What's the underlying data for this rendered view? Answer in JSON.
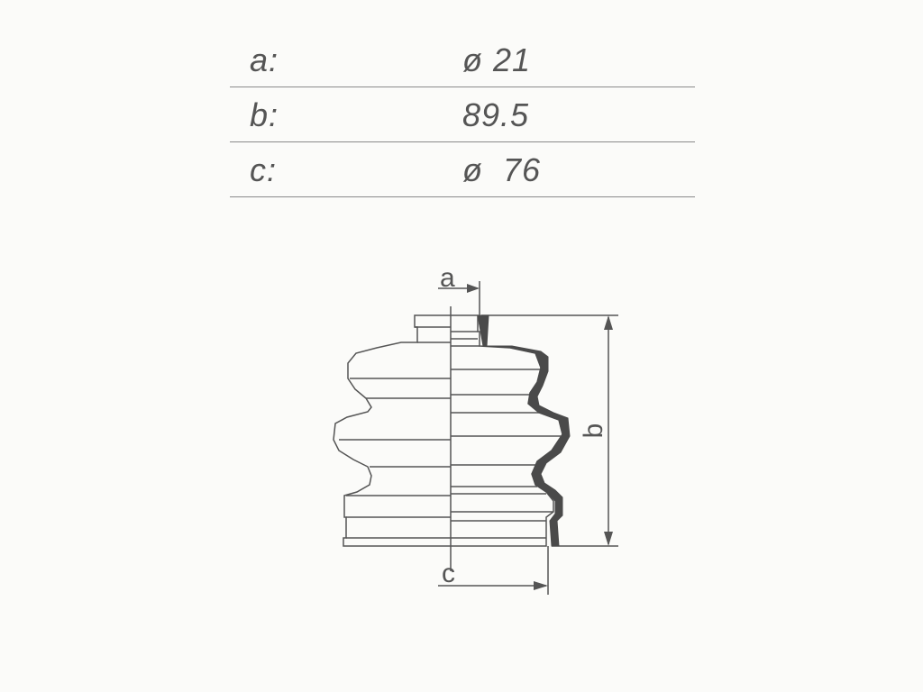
{
  "table": {
    "rows": [
      {
        "label": "a:",
        "value": "ø 21"
      },
      {
        "label": "b:",
        "value": "89.5"
      },
      {
        "label": "c:",
        "value": "ø  76"
      }
    ]
  },
  "drawing": {
    "label_a": "a",
    "label_b": "b",
    "label_c": "c"
  }
}
